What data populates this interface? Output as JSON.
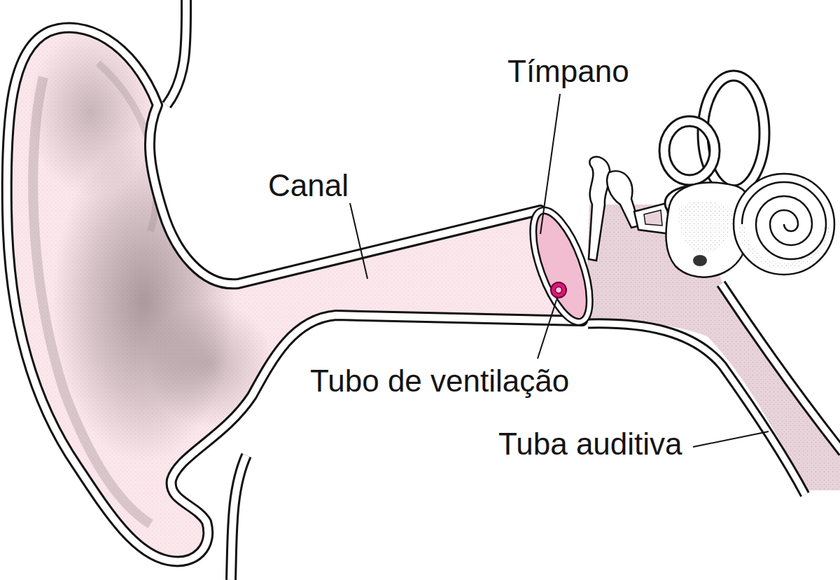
{
  "diagram": {
    "labels": [
      "Tímpano",
      "Canal",
      "Tubo de ventilação",
      "Tuba auditiva"
    ]
  }
}
